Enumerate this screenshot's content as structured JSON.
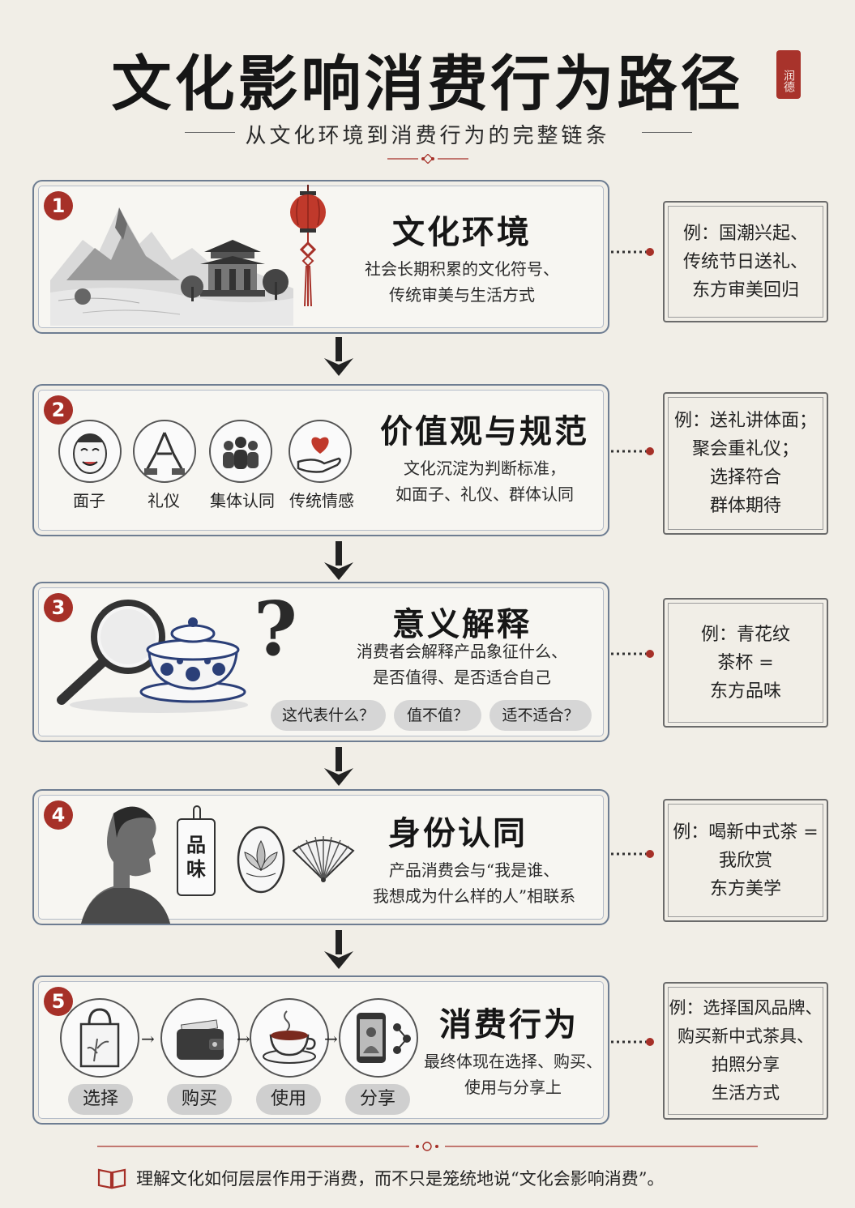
{
  "header": {
    "title": "文化影响消费行为路径",
    "seal_text": "润德",
    "subtitle": "从文化环境到消费行为的完整链条"
  },
  "steps": [
    {
      "number": "1",
      "title": "文化环境",
      "desc_lines": [
        "社会长期积累的文化符号、",
        "传统审美与生活方式"
      ],
      "example_lines": [
        "例：国潮兴起、",
        "传统节日送礼、",
        "东方审美回归"
      ]
    },
    {
      "number": "2",
      "title": "价值观与规范",
      "desc_lines": [
        "文化沉淀为判断标准，",
        "如面子、礼仪、群体认同"
      ],
      "icons": [
        "面子",
        "礼仪",
        "集体认同",
        "传统情感"
      ],
      "example_lines": [
        "例：送礼讲体面；",
        "聚会重礼仪；",
        "选择符合",
        "群体期待"
      ]
    },
    {
      "number": "3",
      "title": "意义解释",
      "desc_lines": [
        "消费者会解释产品象征什么、",
        "是否值得、是否适合自己"
      ],
      "chips": [
        "这代表什么？",
        "值不值？",
        "适不适合？"
      ],
      "example_lines": [
        "例：青花纹",
        "茶杯 =",
        "东方品味"
      ]
    },
    {
      "number": "4",
      "title": "身份认同",
      "desc_lines": [
        "产品消费会与“我是谁、",
        "我想成为什么样的人”相联系"
      ],
      "tag_text": [
        "品",
        "味"
      ],
      "example_lines": [
        "例：喝新中式茶 =",
        "我欣赏",
        "东方美学"
      ]
    },
    {
      "number": "5",
      "title": "消费行为",
      "desc_lines": [
        "最终体现在选择、购买、",
        "使用与分享上"
      ],
      "actions": [
        "选择",
        "购买",
        "使用",
        "分享"
      ],
      "example_lines": [
        "例：选择国风品牌、",
        "购买新中式茶具、",
        "拍照分享",
        "生活方式"
      ]
    }
  ],
  "footer": {
    "text": "理解文化如何层层作用于消费，而不只是笼统地说“文化会影响消费”。"
  },
  "colors": {
    "accent_red": "#a63028",
    "panel_border": "#6e7d92",
    "background": "#f1eee7"
  }
}
